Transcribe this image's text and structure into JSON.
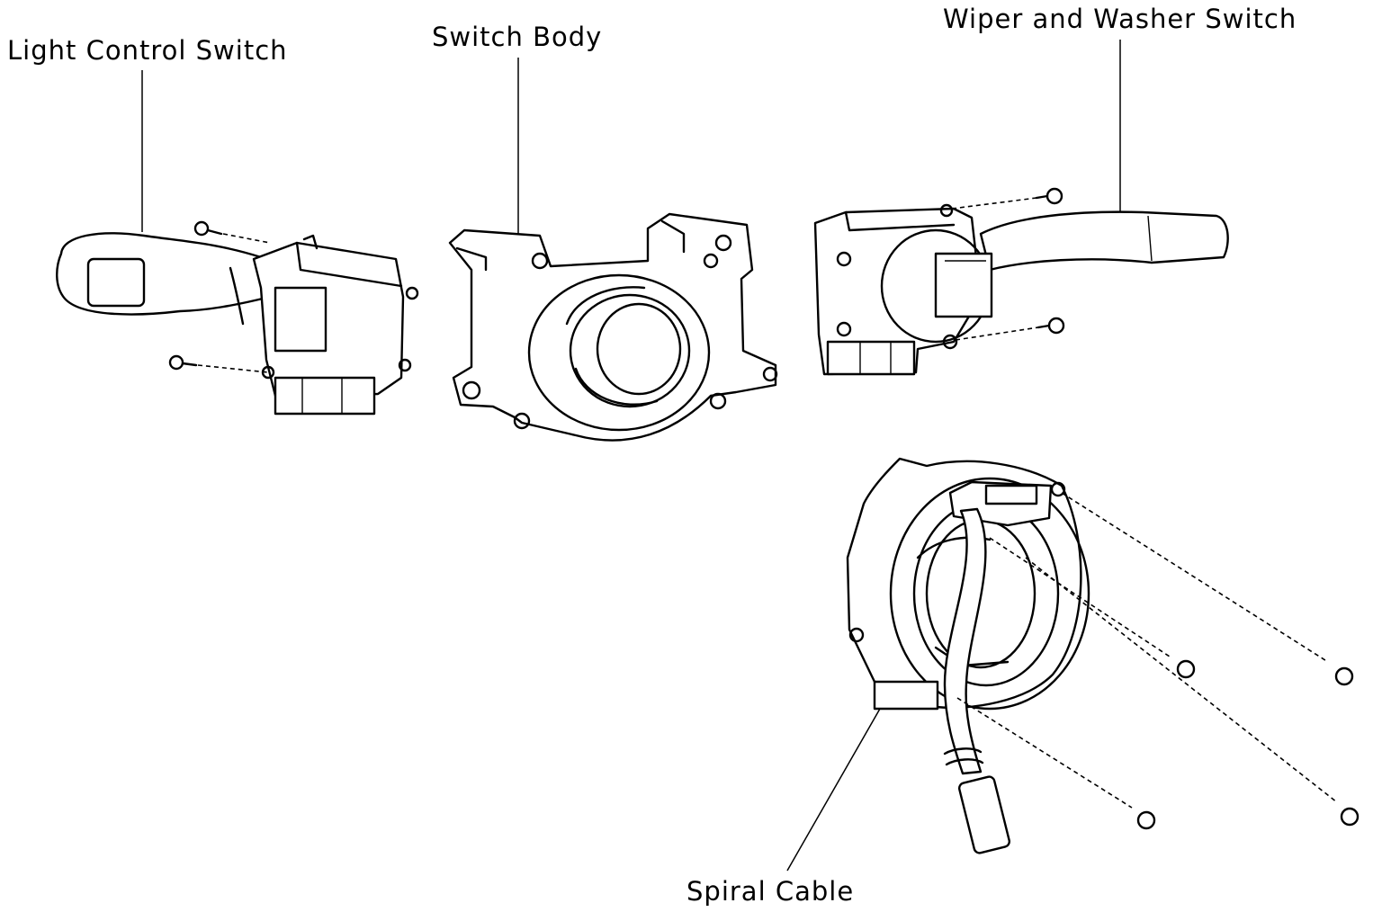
{
  "labels": {
    "light_control_switch": "Light Control Switch",
    "switch_body": "Switch Body",
    "wiper_washer_switch": "Wiper and Washer Switch",
    "spiral_cable": "Spiral Cable"
  },
  "colors": {
    "line": "#000000",
    "background": "#ffffff"
  }
}
